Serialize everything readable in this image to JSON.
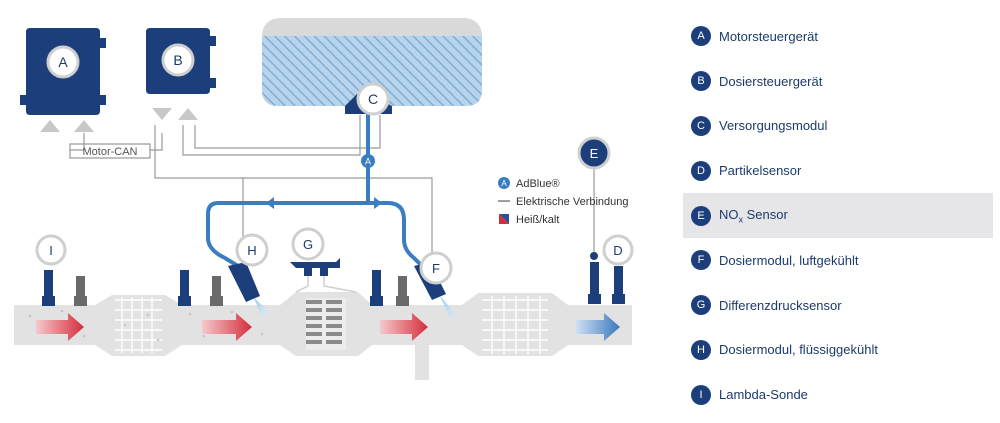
{
  "diagram": {
    "component_labels": {
      "A": "A",
      "B": "B",
      "C": "C",
      "D": "D",
      "E": "E",
      "F": "F",
      "G": "G",
      "H": "H",
      "I": "I"
    },
    "motor_can": "Motor-CAN",
    "key": {
      "adblue_badge": "A",
      "adblue": "AdBlue®",
      "electric": "Elektrische Verbindung",
      "hotcold": "Heiß/kalt"
    },
    "colors": {
      "component_blue": "#1c3f7c",
      "adblue_line": "#3a7dc0",
      "pipe_grey": "#e2e2e2",
      "tank_grey": "#d9d9d9",
      "hot_red": "#d42d3c",
      "wire_grey": "#9a9a9a"
    }
  },
  "legend": {
    "items": [
      {
        "letter": "A",
        "label": "Motorsteuergerät"
      },
      {
        "letter": "B",
        "label": "Dosiersteuergerät"
      },
      {
        "letter": "C",
        "label": "Versorgungsmodul"
      },
      {
        "letter": "D",
        "label": "Partikelsensor"
      },
      {
        "letter": "E",
        "label_main": "NO",
        "label_sub": "x",
        "label_tail": " Sensor",
        "highlighted": true
      },
      {
        "letter": "F",
        "label": "Dosiermodul, luftgekühlt"
      },
      {
        "letter": "G",
        "label": "Differenzdrucksensor"
      },
      {
        "letter": "H",
        "label": "Dosiermodul, flüssiggekühlt"
      },
      {
        "letter": "I",
        "label": "Lambda-Sonde"
      }
    ]
  }
}
